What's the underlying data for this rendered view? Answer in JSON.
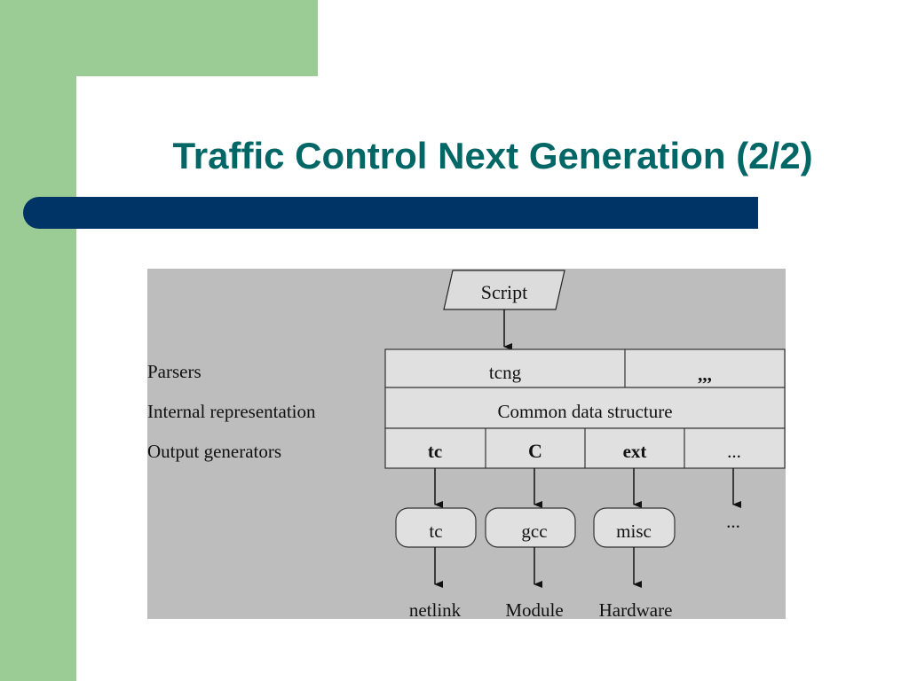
{
  "slide": {
    "title": "Traffic Control Next Generation (2/2)"
  },
  "diagram": {
    "script_label": "Script",
    "rows": {
      "parsers": "Parsers",
      "internal": "Internal representation",
      "output": "Output generators"
    },
    "parsers": [
      "tcng",
      ",,,"
    ],
    "internal_cell": "Common data structure",
    "generators": [
      "tc",
      "C",
      "ext",
      "..."
    ],
    "tools": [
      "tc",
      "gcc",
      "misc"
    ],
    "tools_extra": "...",
    "targets": [
      "netlink",
      "Module",
      "Hardware"
    ]
  }
}
